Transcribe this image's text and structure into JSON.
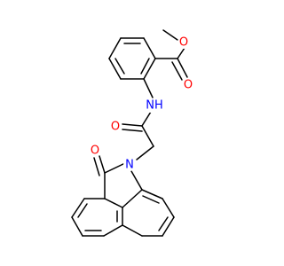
{
  "molecule": {
    "atom_labels": {
      "o_ester_carbonyl": "O",
      "o_ester_ether": "O",
      "n_amide": "NH",
      "o_amide": "O",
      "n_lactam": "N",
      "o_lactam": "O"
    },
    "colors": {
      "bond": "#000000",
      "oxygen": "#ff0000",
      "nitrogen": "#0000ff"
    }
  }
}
